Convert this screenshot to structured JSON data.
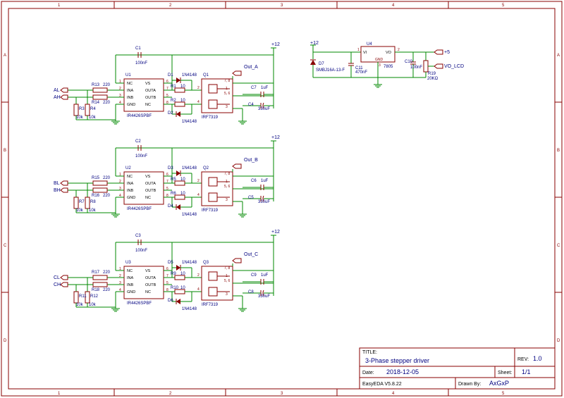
{
  "sheet": {
    "col_labels": [
      "1",
      "2",
      "3",
      "4",
      "5"
    ],
    "row_labels": [
      "A",
      "B",
      "C",
      "D"
    ]
  },
  "title_block": {
    "title_label": "TITLE:",
    "title": "3-Phase stepper driver",
    "rev_label": "REV:",
    "rev": "1.0",
    "date_label": "Date:",
    "date": "2018-12-05",
    "sheet_label": "Sheet:",
    "sheet": "1/1",
    "software": "EasyEDA V5.8.22",
    "drawn_label": "Drawn By:",
    "drawn_by": "AxGxP"
  },
  "power": {
    "u4_ref": "U4",
    "u4_value": "7805",
    "u4_vi": "VI",
    "u4_vo": "VO",
    "u4_gnd": "GND",
    "u4_pin1": "1",
    "u4_pin2": "2",
    "u4_pin3": "3",
    "d7_ref": "D7",
    "d7_value": "SMBJ16A-13-F",
    "c11_ref": "C11",
    "c11_value": "470nF",
    "c10_ref": "C10",
    "c10_value": "100nF",
    "r19_ref": "R19",
    "r19_value": "20KΩ",
    "vin": "+12",
    "plus5": "+5",
    "vo_lcd": "VO_LCD"
  },
  "channels": [
    {
      "in_l": "AL",
      "in_h": "AH",
      "out": "Out_A",
      "vcc": "+12",
      "cb_ref": "C1",
      "cb_val": "100nF",
      "u_ref": "U1",
      "u_val": "IR4426SPBF",
      "ra_ref": "R13",
      "ra_val": "220",
      "rb_ref": "R14",
      "rb_val": "220",
      "rp1_ref": "R3",
      "rp1_val": "10k",
      "rp2_ref": "R4",
      "rp2_val": "10k",
      "rg1_ref": "R1",
      "rg1_val": "10",
      "rg2_ref": "R2",
      "rg2_val": "10",
      "d1_ref": "D1",
      "d1_val": "1N4148",
      "d2_ref": "D2",
      "d2_val": "1N4148",
      "q_ref": "Q1",
      "q_val": "IRF7319",
      "c1_ref": "C7",
      "c1_val": "1uF",
      "c2_ref": "C4",
      "c2_val": "330uF"
    },
    {
      "in_l": "BL",
      "in_h": "BH",
      "out": "Out_B",
      "vcc": "+12",
      "cb_ref": "C2",
      "cb_val": "100nF",
      "u_ref": "U2",
      "u_val": "IR4426SPBF",
      "ra_ref": "R15",
      "ra_val": "220",
      "rb_ref": "R16",
      "rb_val": "220",
      "rp1_ref": "R7",
      "rp1_val": "10k",
      "rp2_ref": "R8",
      "rp2_val": "10k",
      "rg1_ref": "R5",
      "rg1_val": "10",
      "rg2_ref": "R6",
      "rg2_val": "10",
      "d1_ref": "D3",
      "d1_val": "1N4148",
      "d2_ref": "D4",
      "d2_val": "1N4148",
      "q_ref": "Q2",
      "q_val": "IRF7319",
      "c1_ref": "C6",
      "c1_val": "1uF",
      "c2_ref": "C5",
      "c2_val": "330uF"
    },
    {
      "in_l": "CL",
      "in_h": "CH",
      "out": "Out_C",
      "vcc": "+12",
      "cb_ref": "C3",
      "cb_val": "100nF",
      "u_ref": "U3",
      "u_val": "IR4426SPBF",
      "ra_ref": "R17",
      "ra_val": "220",
      "rb_ref": "R18",
      "rb_val": "220",
      "rp1_ref": "R11",
      "rp1_val": "10k",
      "rp2_ref": "R12",
      "rp2_val": "10k",
      "rg1_ref": "R9",
      "rg1_val": "10",
      "rg2_ref": "R10",
      "rg2_val": "10",
      "d1_ref": "D5",
      "d1_val": "1N4148",
      "d2_ref": "D6",
      "d2_val": "1N4148",
      "q_ref": "Q3",
      "q_val": "IRF7319",
      "c1_ref": "C9",
      "c1_val": "1uF",
      "c2_ref": "C8",
      "c2_val": "330uF"
    }
  ],
  "ic_pins": {
    "nc": "NC",
    "ina": "INA",
    "inb": "INB",
    "gnd": "GND",
    "vs": "VS",
    "outa": "OUTA",
    "outb": "OUTB",
    "nc2": "NC",
    "n1": "1",
    "n2": "2",
    "n3": "3",
    "n4": "4",
    "n5": "5",
    "n6": "6",
    "n7": "7",
    "n8": "8"
  },
  "mosfet_pins": {
    "p78": "7, 8",
    "p56": "5, 6",
    "p2": "2",
    "p4": "4",
    "p1": "1",
    "p3": "3"
  }
}
